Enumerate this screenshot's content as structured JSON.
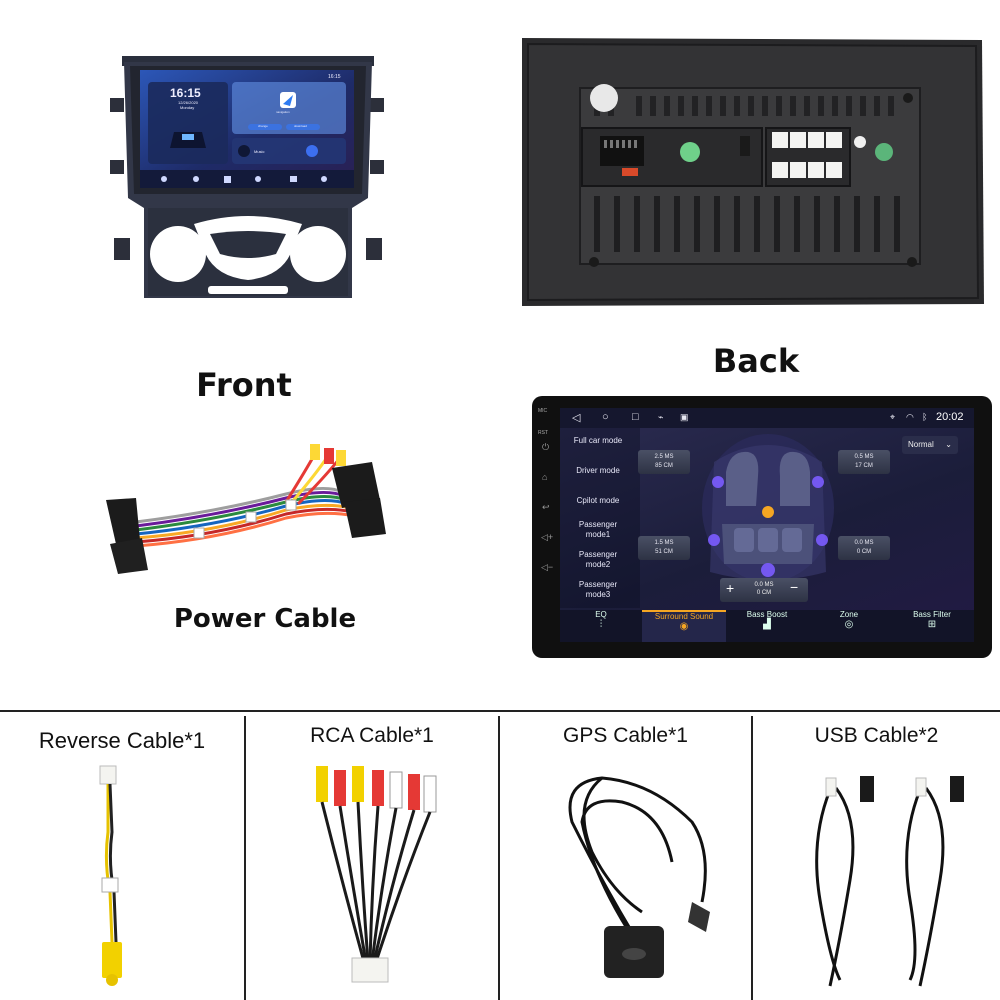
{
  "labels": {
    "front": "Front",
    "back": "Back",
    "power_cable": "Power Cable"
  },
  "cables": [
    {
      "title": "Reverse Cable*1"
    },
    {
      "title": "RCA Cable*1"
    },
    {
      "title": "GPS Cable*1"
    },
    {
      "title": "USB Cable*2"
    }
  ],
  "front_screen": {
    "clock": "16:15",
    "date": "12/26/2020",
    "day": "Monday",
    "status_time": "16:15",
    "app_label": "navigation",
    "btn_a": "change",
    "btn_b": "download",
    "music_label": "Music"
  },
  "audio_screen": {
    "status_time": "20:02",
    "preset": "Normal",
    "modes": [
      "Full car mode",
      "Driver mode",
      "Cpilot mode",
      "Passenger mode1",
      "Passenger mode2",
      "Passenger mode3"
    ],
    "speakers": {
      "front_left": {
        "ms": "2.5 MS",
        "cm": "85 CM"
      },
      "front_right": {
        "ms": "0.5 MS",
        "cm": "17 CM"
      },
      "rear_left": {
        "ms": "1.5 MS",
        "cm": "51 CM"
      },
      "rear_right": {
        "ms": "0.0 MS",
        "cm": "0 CM"
      },
      "center": {
        "ms": "0.0 MS",
        "cm": "0 CM"
      }
    },
    "plus": "+",
    "minus": "−",
    "tabs": [
      "EQ",
      "Surround Sound",
      "Bass Boost",
      "Zone",
      "Bass Filter"
    ],
    "active_tab": "Surround Sound",
    "side_labels": [
      "MIC",
      "RST"
    ],
    "colors": {
      "accent": "#f5a623",
      "screen_bg": "#1b1d3a",
      "purple_glow": "#7b5cff"
    }
  },
  "icons": [
    "back-icon",
    "home-icon",
    "recent-icon",
    "usb-icon",
    "location-icon",
    "wifi-icon",
    "bluetooth-icon",
    "power-icon",
    "volume-up-icon",
    "volume-down-icon",
    "equalizer-icon",
    "surround-icon",
    "bass-icon",
    "zone-icon",
    "filter-icon"
  ]
}
